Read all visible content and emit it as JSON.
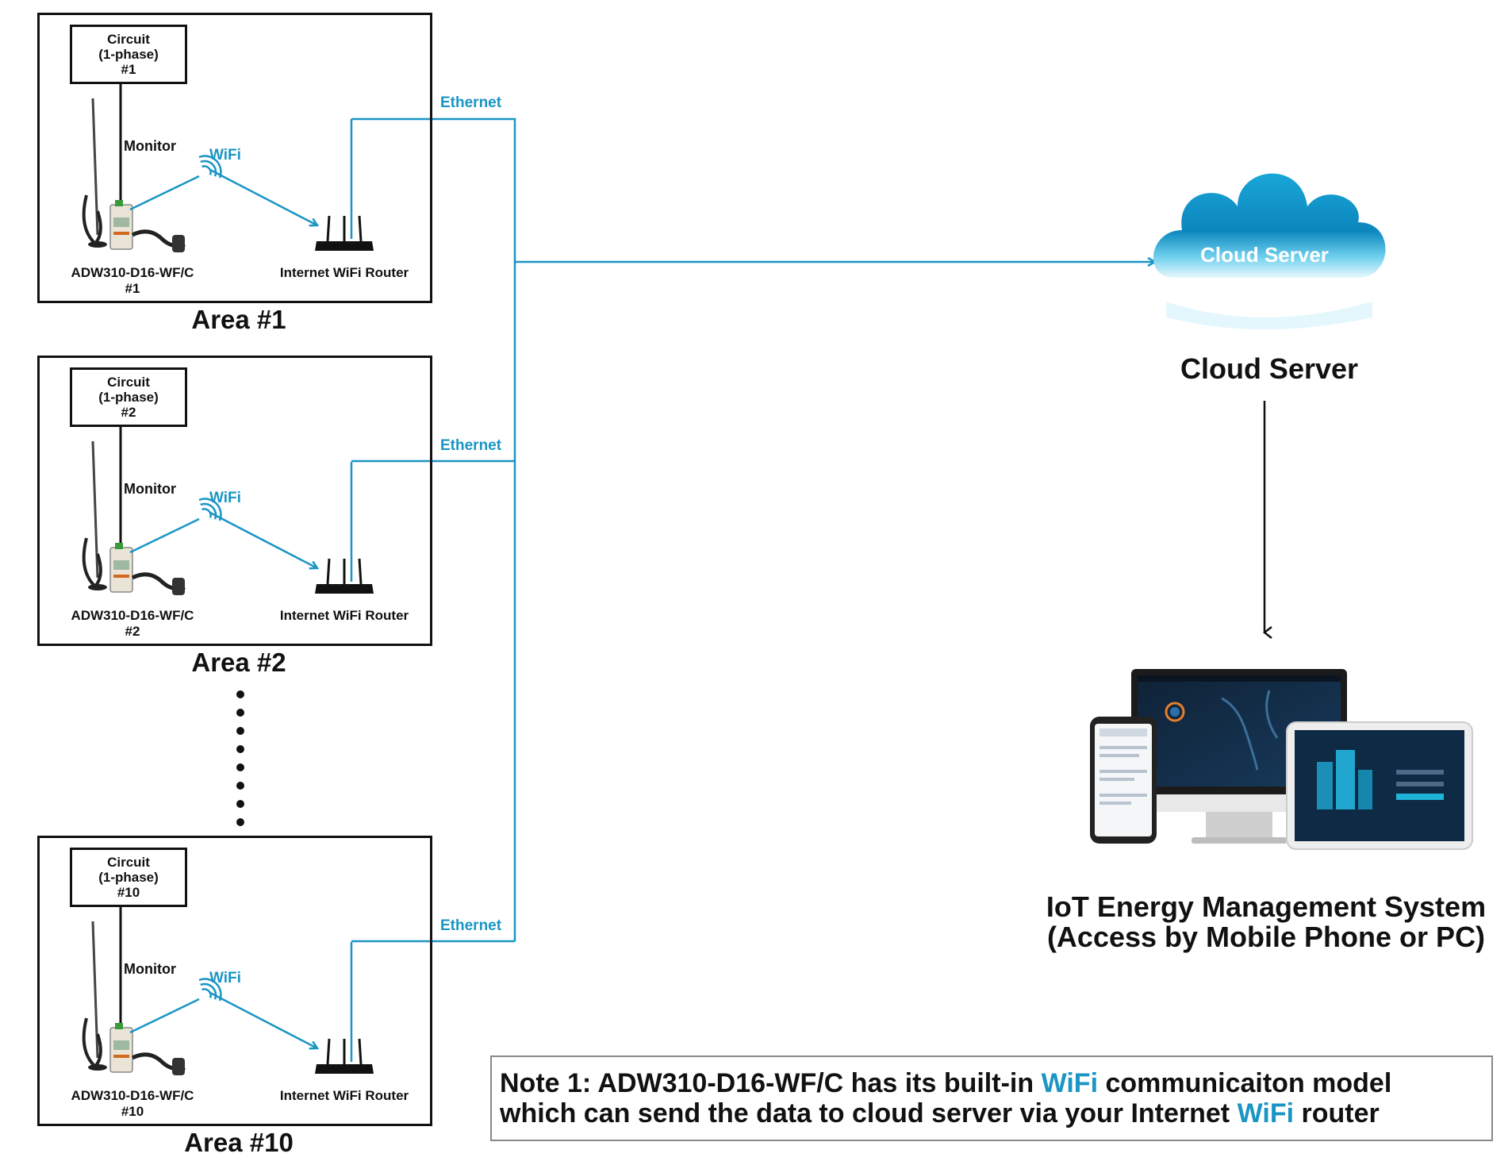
{
  "areas": [
    {
      "title": "Area #1",
      "circuit": [
        "Circuit",
        "(1-phase)",
        "#1"
      ],
      "monitor": "Monitor",
      "wifi": "WiFi",
      "device": [
        "ADW310-D16-WF/C",
        "#1"
      ],
      "router": "Internet WiFi Router",
      "ethernet": "Ethernet"
    },
    {
      "title": "Area #2",
      "circuit": [
        "Circuit",
        "(1-phase)",
        "#2"
      ],
      "monitor": "Monitor",
      "wifi": "WiFi",
      "device": [
        "ADW310-D16-WF/C",
        "#2"
      ],
      "router": "Internet WiFi Router",
      "ethernet": "Ethernet"
    },
    {
      "title": "Area #10",
      "circuit": [
        "Circuit",
        "(1-phase)",
        "#10"
      ],
      "monitor": "Monitor",
      "wifi": "WiFi",
      "device": [
        "ADW310-D16-WF/C",
        "#10"
      ],
      "router": "Internet WiFi Router",
      "ethernet": "Ethernet"
    }
  ],
  "cloud": {
    "inner_label": "Cloud Server",
    "caption": "Cloud Server"
  },
  "iot": {
    "line1": "IoT Energy Management System",
    "line2": "(Access by Mobile Phone or PC)"
  },
  "note": {
    "line1_a": "Note 1: ADW310-D16-WF/C has its built-in ",
    "line1_hl": "WiFi",
    "line1_b": " communicaiton model",
    "line2_a": "which can send the data to cloud server via your Internet ",
    "line2_hl": "WiFi",
    "line2_b": " router"
  },
  "colors": {
    "link": "#1a95c4",
    "line": "#111111",
    "cloud": "#2aa9d6"
  }
}
